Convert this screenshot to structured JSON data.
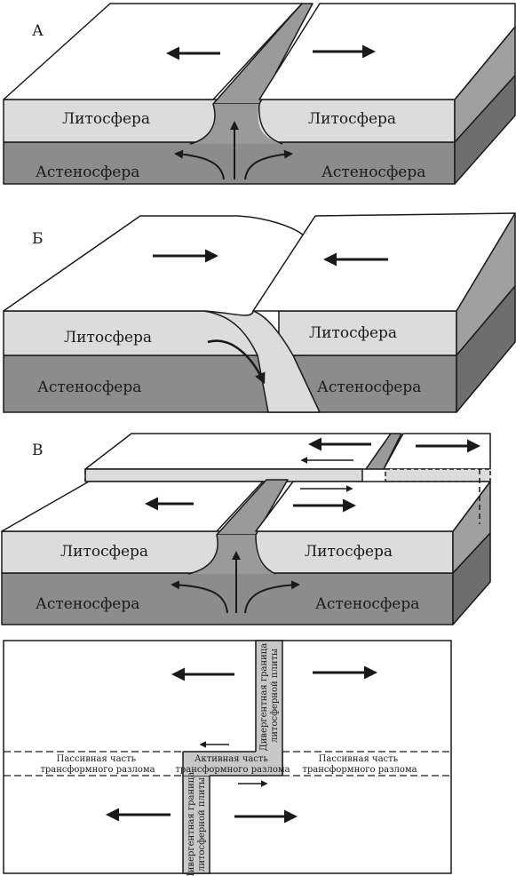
{
  "panels": {
    "a": {
      "letter": "А",
      "lithosphere_left": "Литосфера",
      "lithosphere_right": "Литосфера",
      "asthenosphere_left": "Астеносфера",
      "asthenosphere_right": "Астеносфера"
    },
    "b": {
      "letter": "Б",
      "lithosphere_left": "Литосфера",
      "lithosphere_right": "Литосфера",
      "asthenosphere_left": "Астеносфера",
      "asthenosphere_right": "Астеносфера"
    },
    "c": {
      "letter": "В",
      "lithosphere_left": "Литосфера",
      "lithosphere_right": "Литосфера",
      "asthenosphere_left": "Астеносфера",
      "asthenosphere_right": "Астеносфера"
    }
  },
  "plan": {
    "divergent_top": [
      "Дивергентная граница",
      "литосферной плиты"
    ],
    "divergent_bottom": [
      "Дивергентная граница",
      "литосферной плиты"
    ],
    "passive_left": [
      "Пассивная часть",
      "трансформного разлома"
    ],
    "passive_right": [
      "Пассивная часть",
      "трансформного разлома"
    ],
    "active": [
      "Активная часть",
      "трансформного разлома"
    ]
  },
  "colors": {
    "top_surface": "#ffffff",
    "lithosphere": "#dcdcdc",
    "asthenosphere": "#8c8c8c",
    "side_lithosphere": "#a0a0a0",
    "side_asthenosphere": "#6e6e6e",
    "rift": "#9a9a9a",
    "outline": "#1a1a1a"
  }
}
